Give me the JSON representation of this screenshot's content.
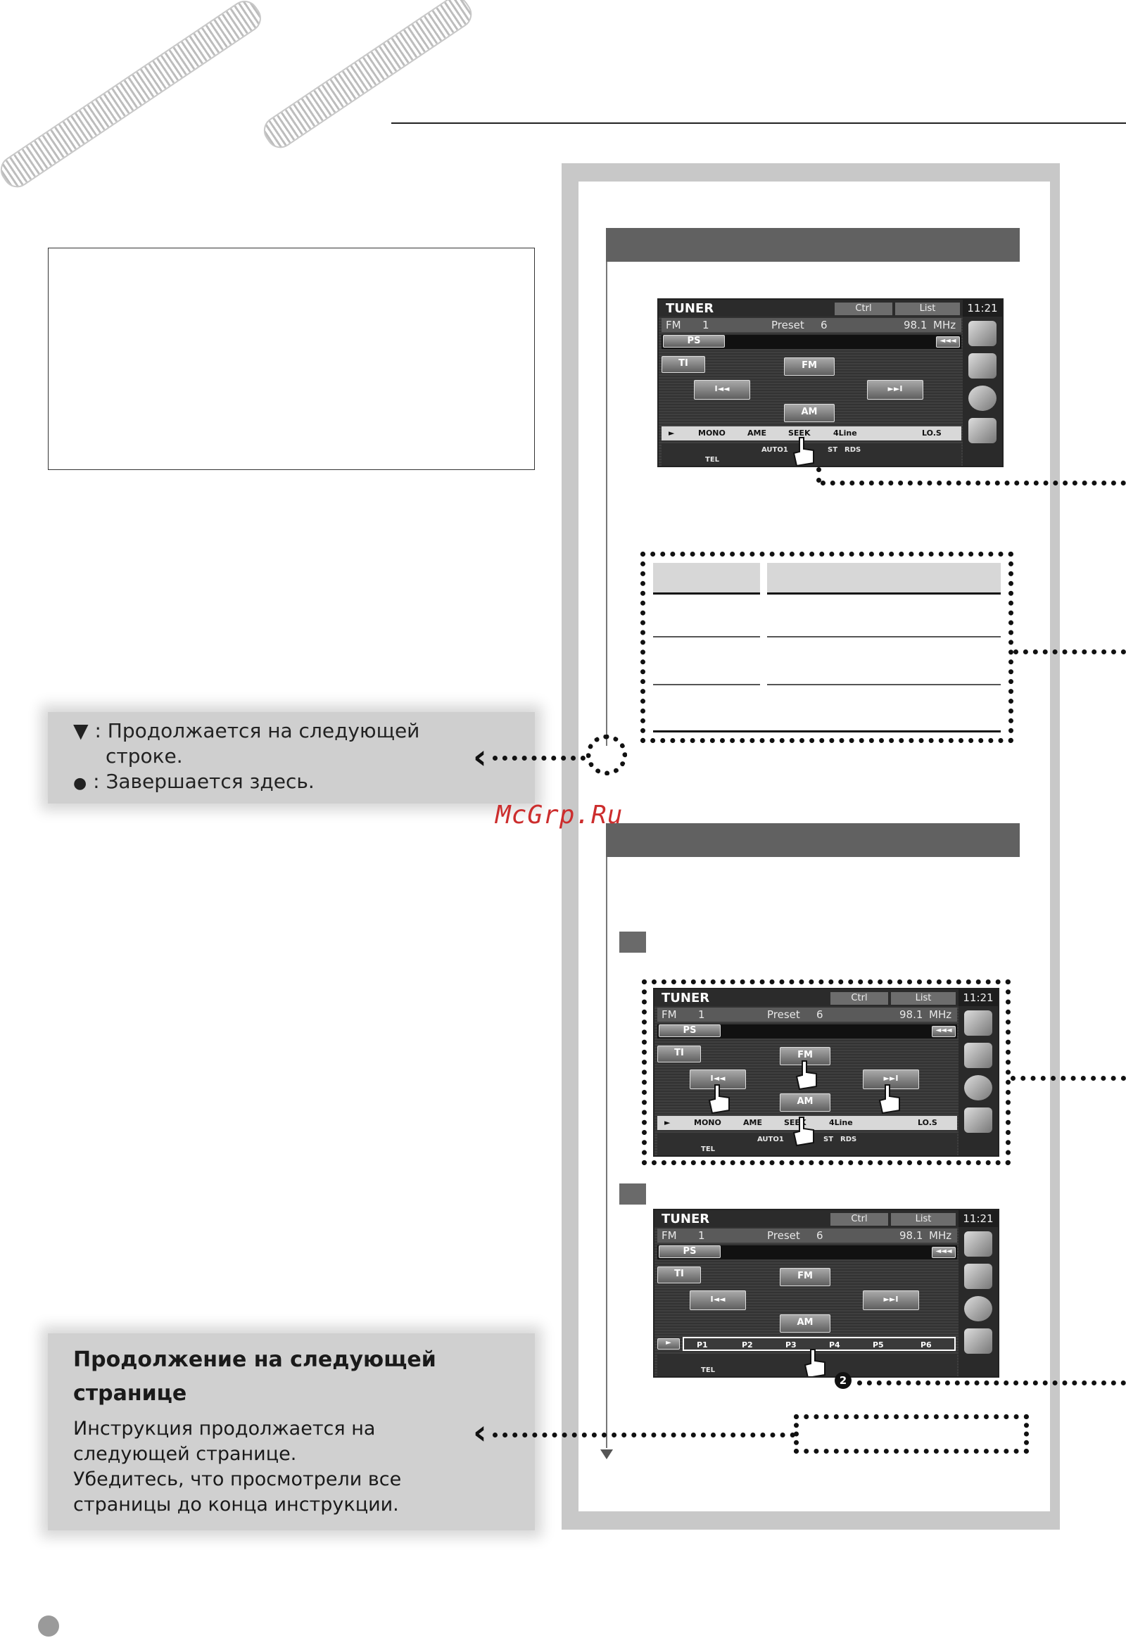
{
  "legend": {
    "continues_symbol": "▼",
    "continues_text": ": Продолжается на следующей",
    "continues_text_2": "строке.",
    "ends_symbol": "●",
    "ends_text": ": Завершается здесь."
  },
  "continue_box": {
    "title_line1": "Продолжение на следующей",
    "title_line2": "странице",
    "body_line1": "Инструкция продолжается на",
    "body_line2": "следующей странице.",
    "body_line3": "Убедитесь, что просмотрели все",
    "body_line4": "страницы до конца инструкции."
  },
  "watermark": "McGrp.Ru",
  "tuner": {
    "title": "TUNER",
    "tab_ctrl": "Ctrl",
    "tab_list": "List",
    "clock": "11:21",
    "band": "FM",
    "band_num": "1",
    "preset_label": "Preset",
    "preset_num": "6",
    "frequency": "98.1",
    "unit": "MHz",
    "ps": "PS",
    "ti": "TI",
    "fm_btn": "FM",
    "am_btn": "AM",
    "rewind": "◄◄◄",
    "prev": "I◄◄",
    "next": "►►I",
    "play": "►",
    "mono": "MONO",
    "ame": "AME",
    "seek": "SEEK",
    "fourline": "4Line",
    "los": "LO.S",
    "auto1": "AUTO1",
    "st": "ST",
    "rds": "RDS",
    "tel": "TEL",
    "presets": [
      "P1",
      "P2",
      "P3",
      "P4",
      "P5",
      "P6"
    ],
    "step2": "2"
  }
}
